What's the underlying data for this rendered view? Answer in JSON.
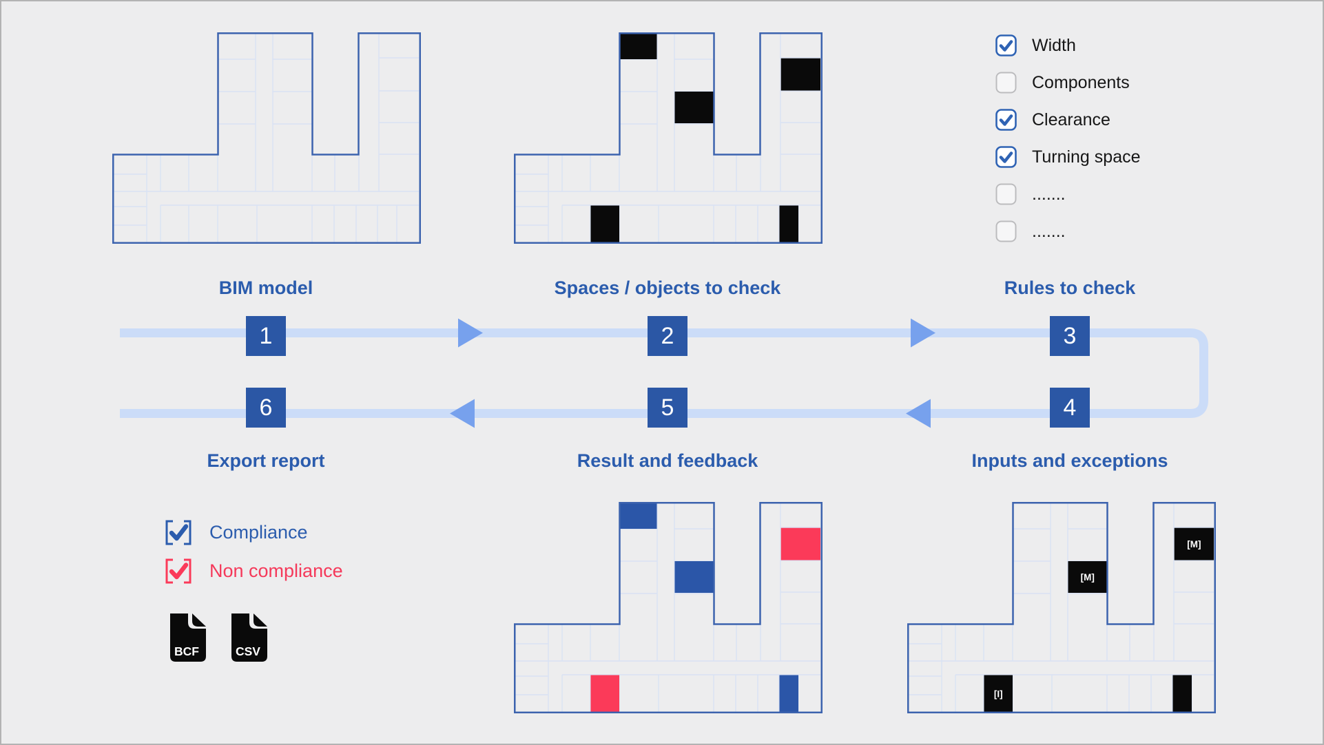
{
  "colors": {
    "background": "#ededee",
    "frame_border": "#b3b3b3",
    "plan_outline": "#3c63ae",
    "plan_grid": "#d9e2f4",
    "flow_band": "#cbdcf8",
    "flow_arrow": "#77a1ed",
    "step_box_blue": "#2b57a5",
    "step_title_blue": "#2b5cad",
    "compliance_blue": "#2b56a8",
    "non_compliance_red": "#fb3a59",
    "object_black": "#0a0a0a",
    "checkbox_checked_blue": "#2f63b4",
    "checkbox_unchecked_gray": "#bcbcbe"
  },
  "steps": [
    {
      "num": "1",
      "label": "BIM model"
    },
    {
      "num": "2",
      "label": "Spaces / objects to check"
    },
    {
      "num": "3",
      "label": "Rules to check"
    },
    {
      "num": "4",
      "label": "Inputs and exceptions"
    },
    {
      "num": "5",
      "label": "Result and feedback"
    },
    {
      "num": "6",
      "label": "Export report"
    }
  ],
  "rules_checklist": [
    {
      "label": "Width",
      "checked": true
    },
    {
      "label": "Components",
      "checked": false
    },
    {
      "label": "Clearance",
      "checked": true
    },
    {
      "label": "Turning space",
      "checked": true
    },
    {
      "label": ".......",
      "checked": false
    },
    {
      "label": ".......",
      "checked": false
    }
  ],
  "result_legend": [
    {
      "label": "Compliance",
      "state": "compliance"
    },
    {
      "label": "Non compliance",
      "state": "non_compliance"
    }
  ],
  "export_formats": [
    "BCF",
    "CSV"
  ],
  "plans": [
    {
      "id": "bim-model",
      "cells": []
    },
    {
      "id": "spaces-objects",
      "cells": [
        {
          "cell": "A",
          "type": "object"
        },
        {
          "cell": "B",
          "type": "object"
        },
        {
          "cell": "C",
          "type": "object"
        },
        {
          "cell": "D",
          "type": "object"
        },
        {
          "cell": "E",
          "type": "object"
        }
      ]
    },
    {
      "id": "result-feedback",
      "cells": [
        {
          "cell": "A",
          "type": "compliant"
        },
        {
          "cell": "B",
          "type": "non_compliant"
        },
        {
          "cell": "C",
          "type": "compliant"
        },
        {
          "cell": "D",
          "type": "non_compliant"
        },
        {
          "cell": "E",
          "type": "compliant"
        }
      ]
    },
    {
      "id": "inputs-exceptions",
      "cells": [
        {
          "cell": "B",
          "type": "object",
          "label": "[M]"
        },
        {
          "cell": "C",
          "type": "object",
          "label": "[M]"
        },
        {
          "cell": "D",
          "type": "object",
          "label": "[I]"
        },
        {
          "cell": "E",
          "type": "object"
        }
      ]
    }
  ]
}
